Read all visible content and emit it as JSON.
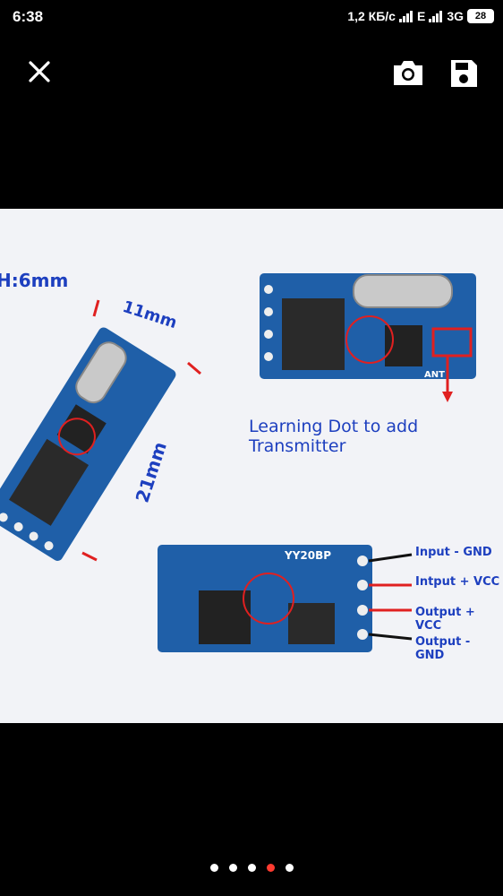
{
  "status": {
    "time": "6:38",
    "speed": "1,2 КБ/с",
    "net1": "E",
    "net2": "3G",
    "battery": "28"
  },
  "image": {
    "height_label": "H:6mm",
    "width_label": "11mm",
    "length_label": "21mm",
    "learning_label": "Learning Dot to add Transmitter",
    "ant_label": "ANT",
    "board_label": "YY20BP",
    "pins": [
      {
        "label": "Input - GND"
      },
      {
        "label": "Intput + VCC"
      },
      {
        "label": "Output + VCC"
      },
      {
        "label": "Output - GND"
      }
    ]
  },
  "pagination": {
    "count": 5,
    "active_index": 3
  },
  "colors": {
    "accent": "#ff3b30",
    "label_blue": "#1d3fbf",
    "pcb_blue": "#1f5fa8",
    "arrow_red": "#e02020"
  }
}
